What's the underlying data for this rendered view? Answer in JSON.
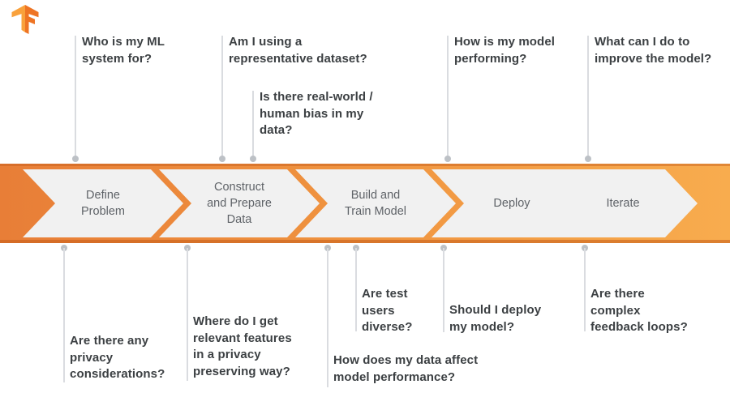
{
  "title": "ML workflow responsible AI diagram",
  "colors": {
    "banner_gradient_start": "#E87E37",
    "banner_gradient_end": "#F8AC4E",
    "banner_edge": "#C45C1A",
    "chevron_fill": "#F1F1F1",
    "chevron_text": "#5F6368",
    "question_text": "#3C4043",
    "connector_line": "#DADCE0",
    "connector_dot": "#BDC1C6",
    "logo_light": "#F9A13C",
    "logo_dark": "#EE7424"
  },
  "stages": [
    {
      "label": "Define\nProblem"
    },
    {
      "label": "Construct\nand Prepare\nData"
    },
    {
      "label": "Build and\nTrain Model"
    },
    {
      "label": "Deploy"
    },
    {
      "label": "Iterate"
    }
  ],
  "top_questions": [
    {
      "text": "Who is my ML\nsystem for?"
    },
    {
      "text": "Am I using a\nrepresentative dataset?"
    },
    {
      "text": "Is there real-world /\nhuman bias in my\ndata?"
    },
    {
      "text": "How is my model\nperforming?"
    },
    {
      "text": "What can I do to\nimprove the model?"
    }
  ],
  "bottom_questions": [
    {
      "text": "Are there any\nprivacy\nconsiderations?"
    },
    {
      "text": "Where do I get\nrelevant features\nin a privacy\npreserving way?"
    },
    {
      "text": "How does my data affect\nmodel performance?"
    },
    {
      "text": "Are test\nusers\ndiverse?"
    },
    {
      "text": "Should I deploy\nmy model?"
    },
    {
      "text": "Are there\ncomplex\nfeedback loops?"
    }
  ]
}
